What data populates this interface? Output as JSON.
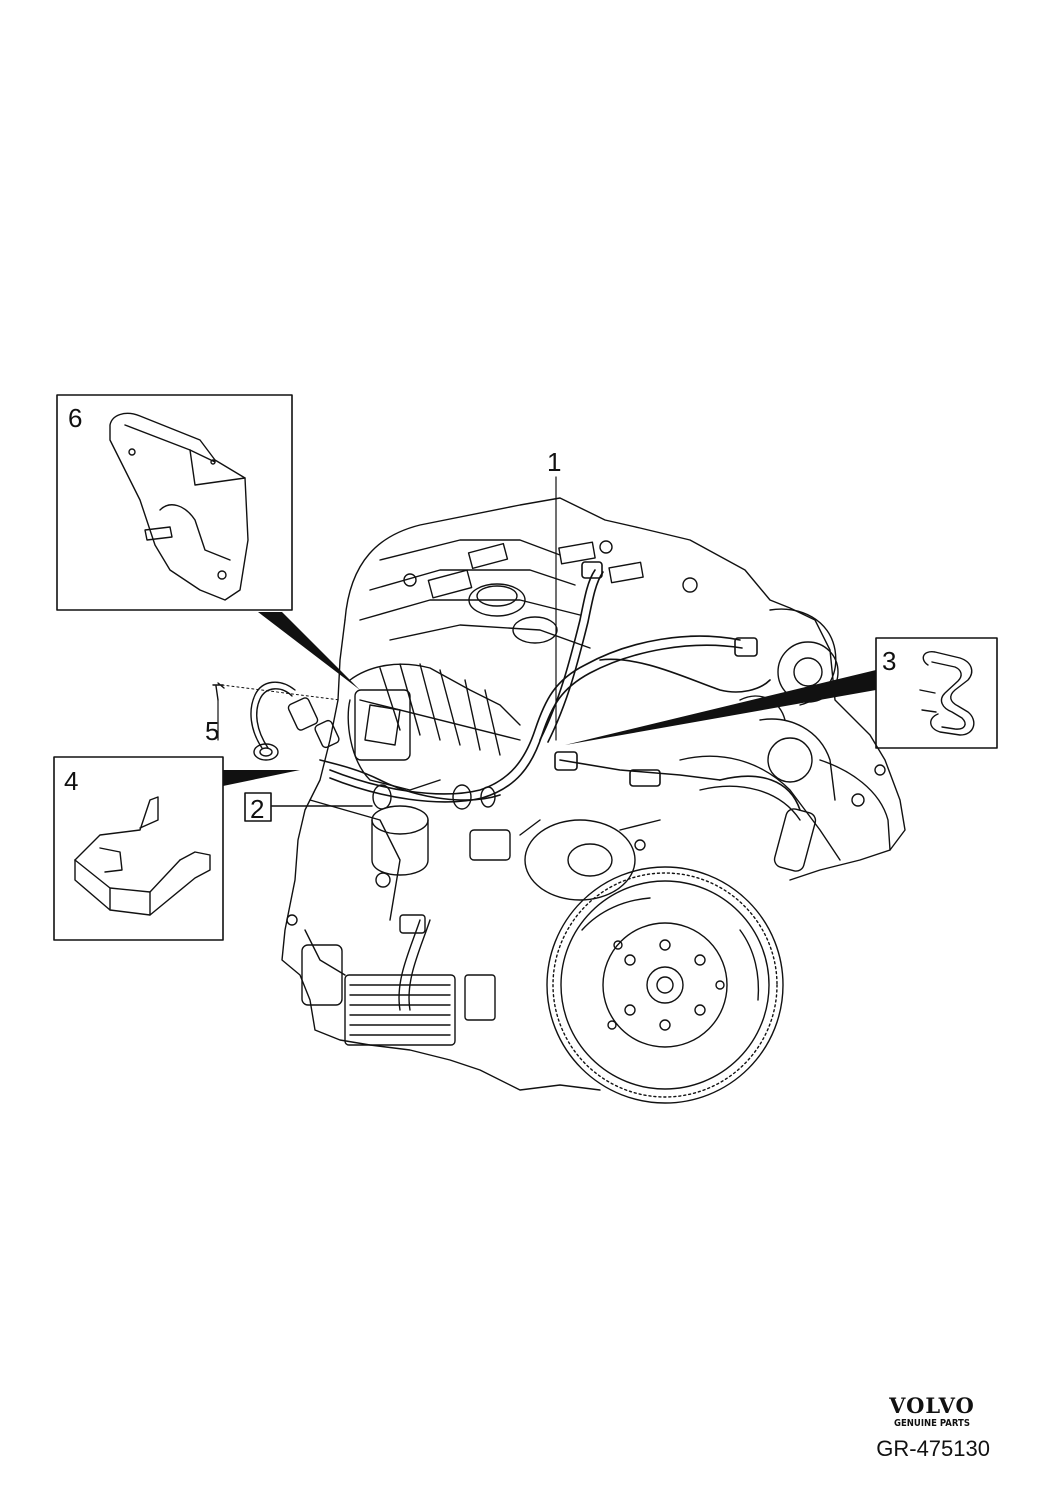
{
  "callouts": {
    "c1": "1",
    "c2": "2",
    "c3": "3",
    "c4": "4",
    "c5": "5",
    "c6": "6"
  },
  "logo": {
    "brand": "VOLVO",
    "tagline": "GENUINE PARTS"
  },
  "reference": "GR-475130"
}
